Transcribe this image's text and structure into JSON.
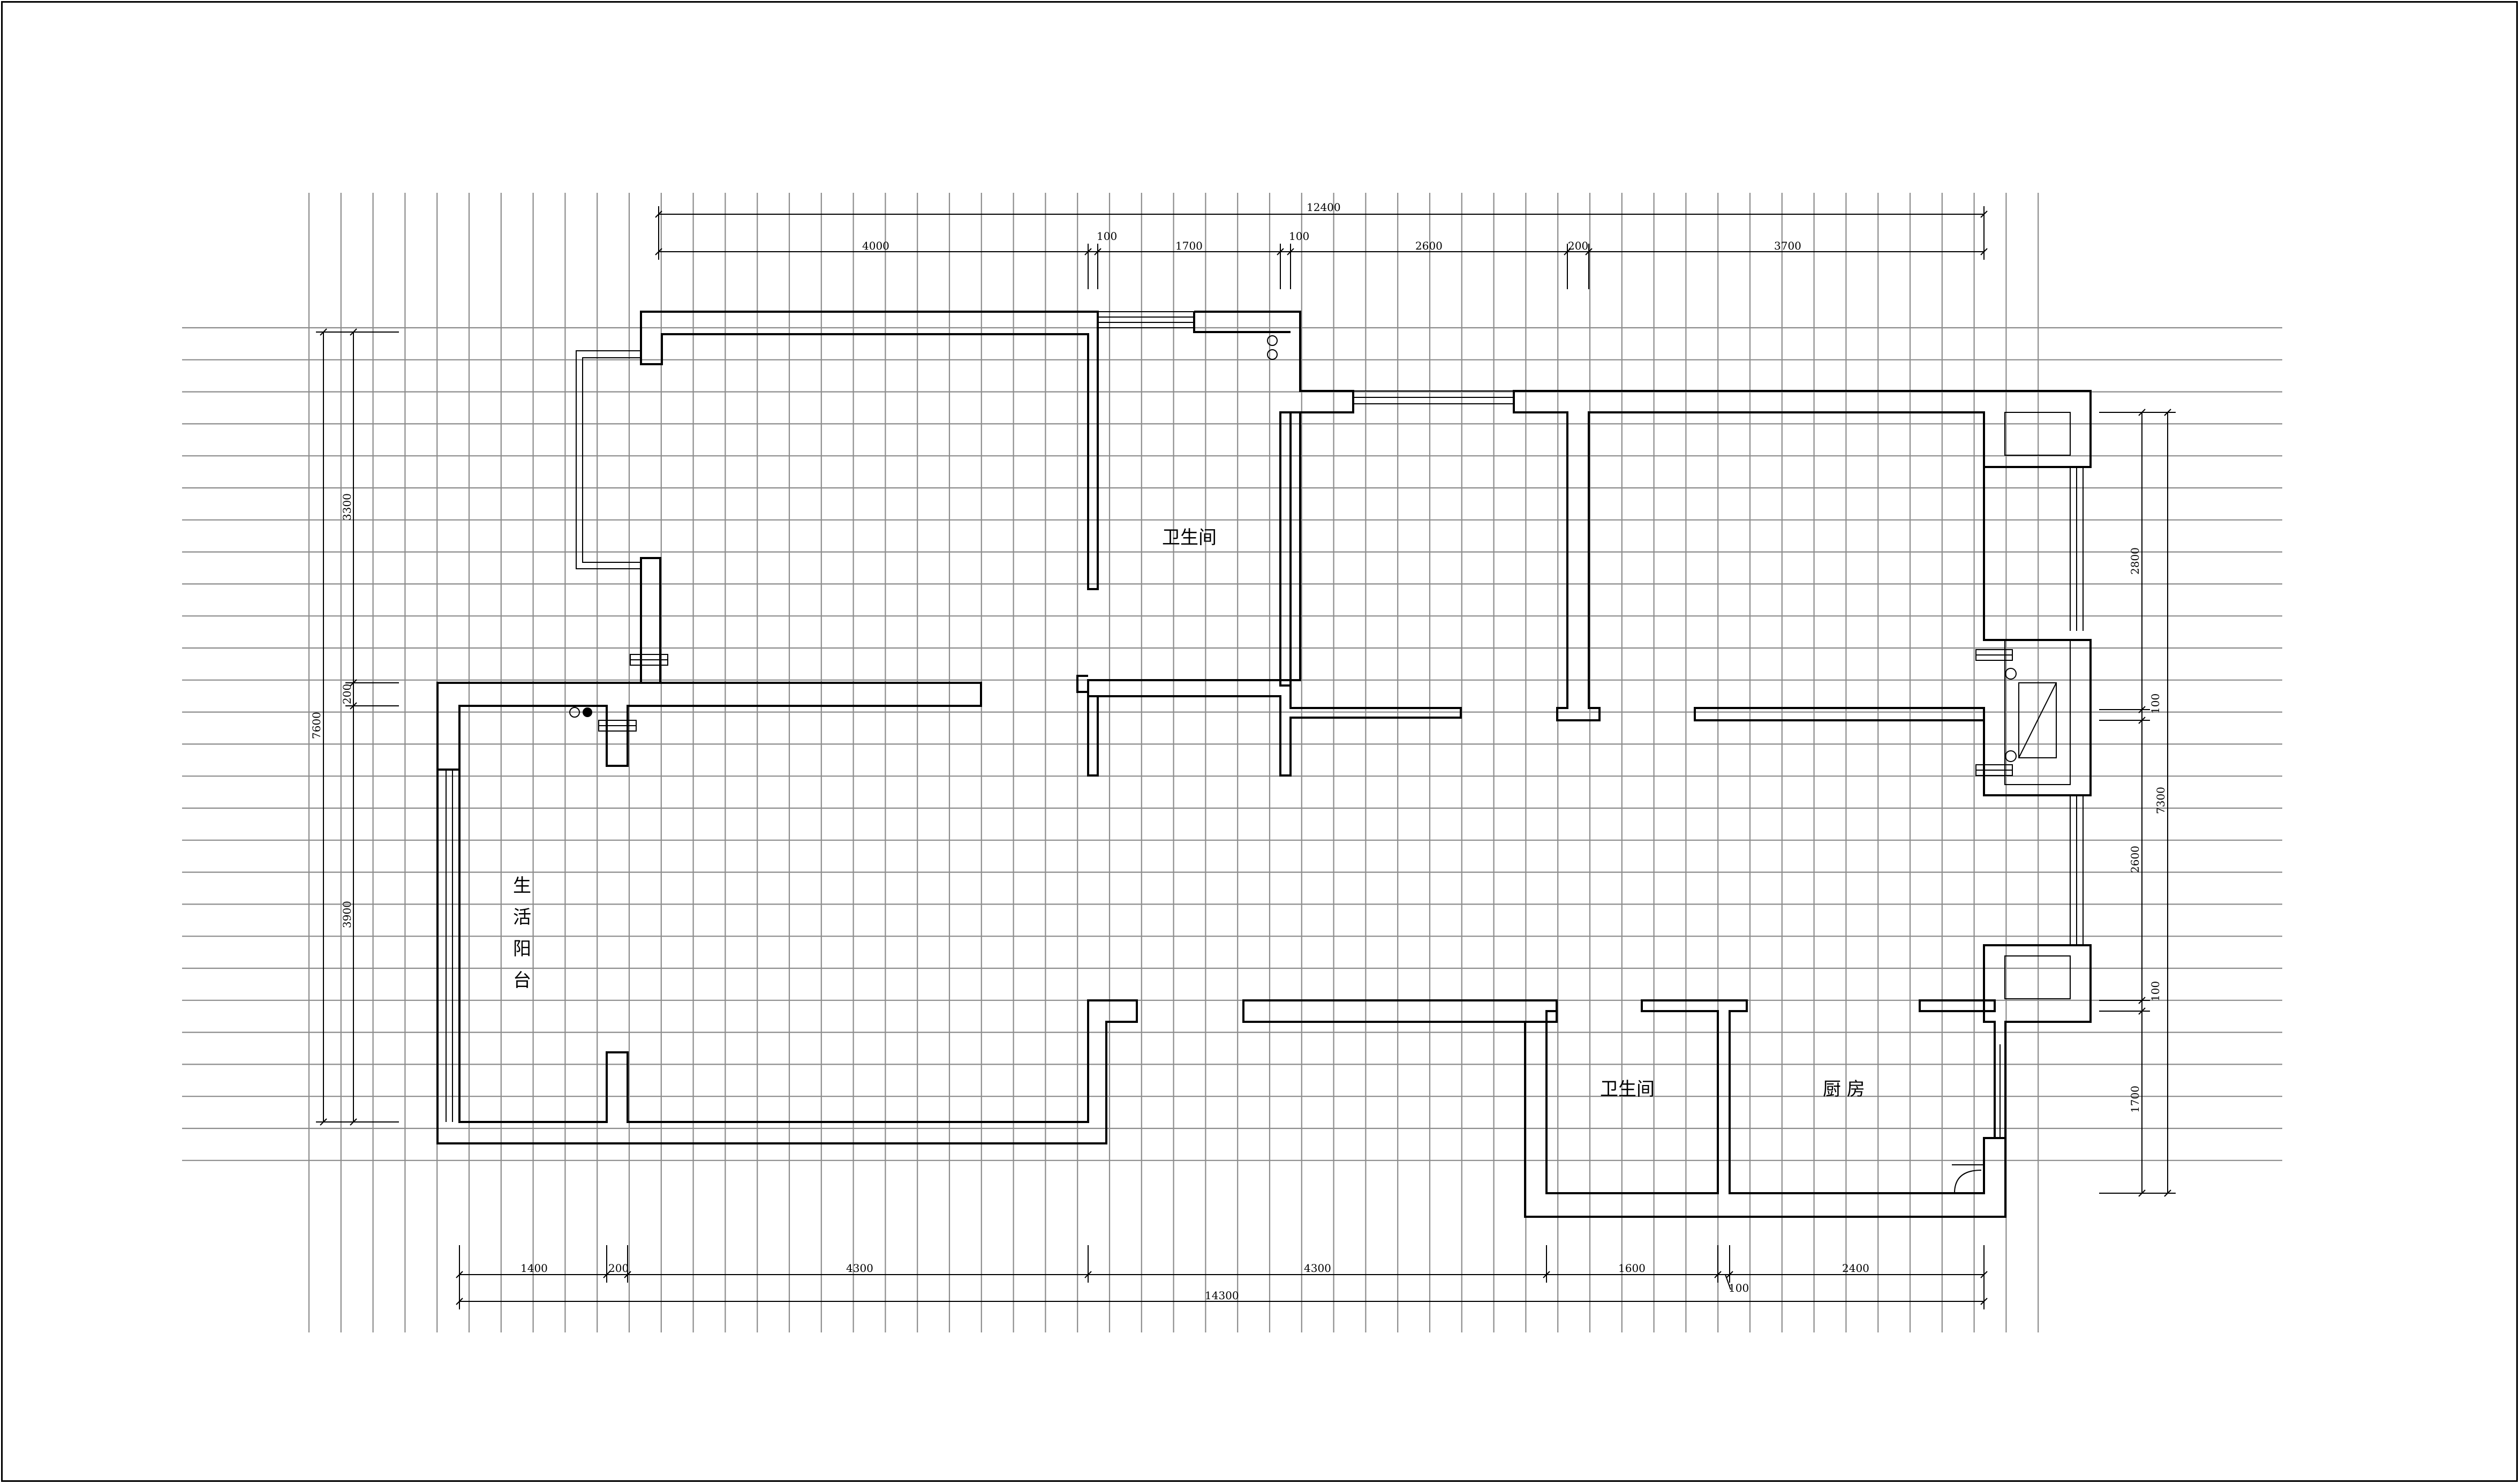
{
  "rooms": {
    "bathroom_top": "卫生间",
    "balcony_1": "生",
    "balcony_2": "活",
    "balcony_3": "阳",
    "balcony_4": "台",
    "bathroom_bottom": "卫生间",
    "kitchen": "厨 房"
  },
  "dimensions": {
    "top": {
      "total": "12400",
      "d4000": "4000",
      "d100a": "100",
      "d1700": "1700",
      "d100b": "100",
      "d2600": "2600",
      "d200": "200",
      "d3700": "3700"
    },
    "bottom": {
      "total": "14300",
      "d1400": "1400",
      "d200": "200",
      "d4300a": "4300",
      "d4300b": "4300",
      "d1600": "1600",
      "d100": "100",
      "d2400": "2400"
    },
    "left": {
      "total": "7600",
      "d3300": "3300",
      "d200": "200",
      "d3900": "3900"
    },
    "right": {
      "total": "7300",
      "d2800": "2800",
      "d100a": "100",
      "d2600": "2600",
      "d100b": "100",
      "d1700": "1700"
    }
  },
  "colors": {
    "lines": "#000000",
    "grid": "#8c8c8c",
    "background": "#ffffff"
  }
}
